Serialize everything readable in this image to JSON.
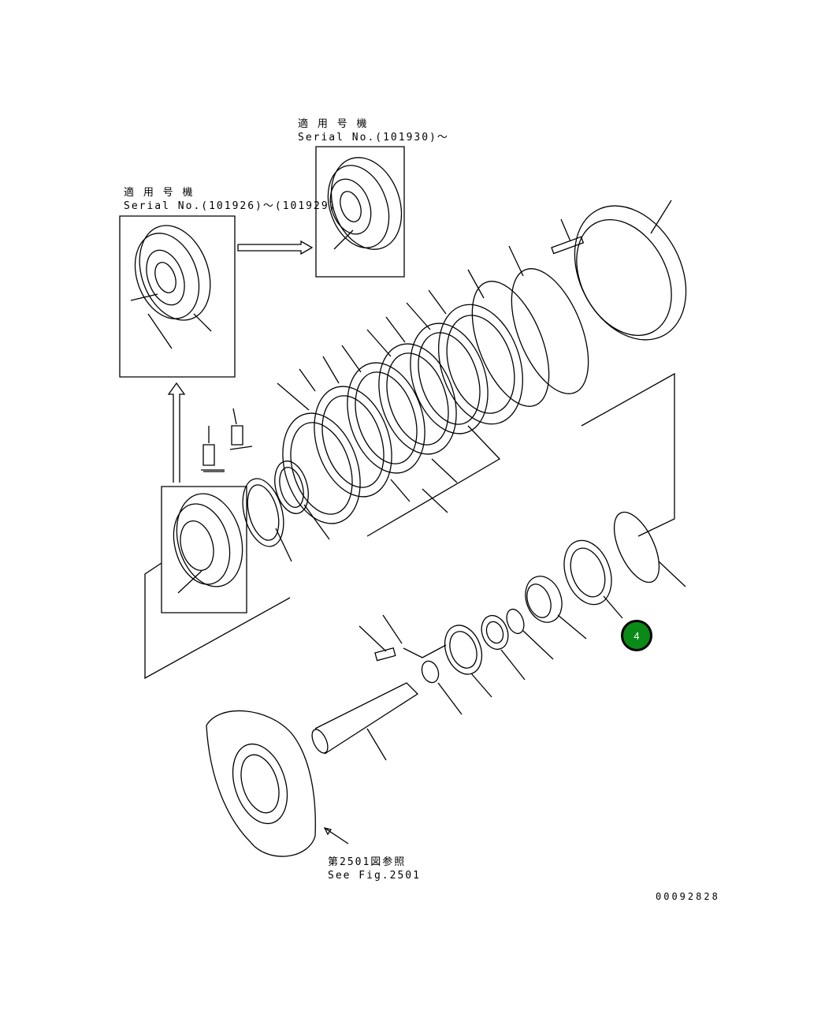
{
  "callouts": {
    "box_right": {
      "line1": "適 用 号 機",
      "line2": "Serial No.(101930)～"
    },
    "box_left": {
      "line1": "適 用 号 機",
      "line2": "Serial No.(101926)～(101929)"
    },
    "reference": {
      "line1": "第2501図参照",
      "line2": "See Fig.2501"
    }
  },
  "drawing_number": "00092828",
  "hotspot": {
    "label": "4",
    "color": "#0a8a17"
  }
}
